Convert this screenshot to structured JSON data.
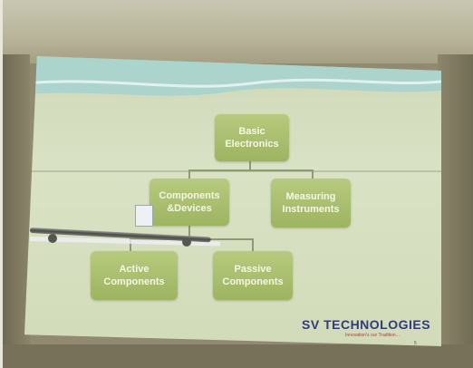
{
  "chart": {
    "root": "Basic\nElectronics",
    "level2": [
      "Components\n&Devices",
      "Measuring\nInstruments"
    ],
    "level3": [
      "Active\nComponents",
      "Passive\nComponents"
    ]
  },
  "footer": {
    "brand": "SV TECHNOLOGIES",
    "tagline": "Innovation's our Tradition...",
    "slide_number": "5"
  },
  "colors": {
    "node_fill": "#a8bd6b",
    "node_text": "#f4f7e4",
    "brand_text": "#2f3c78",
    "screen": "#d6dfc0"
  }
}
